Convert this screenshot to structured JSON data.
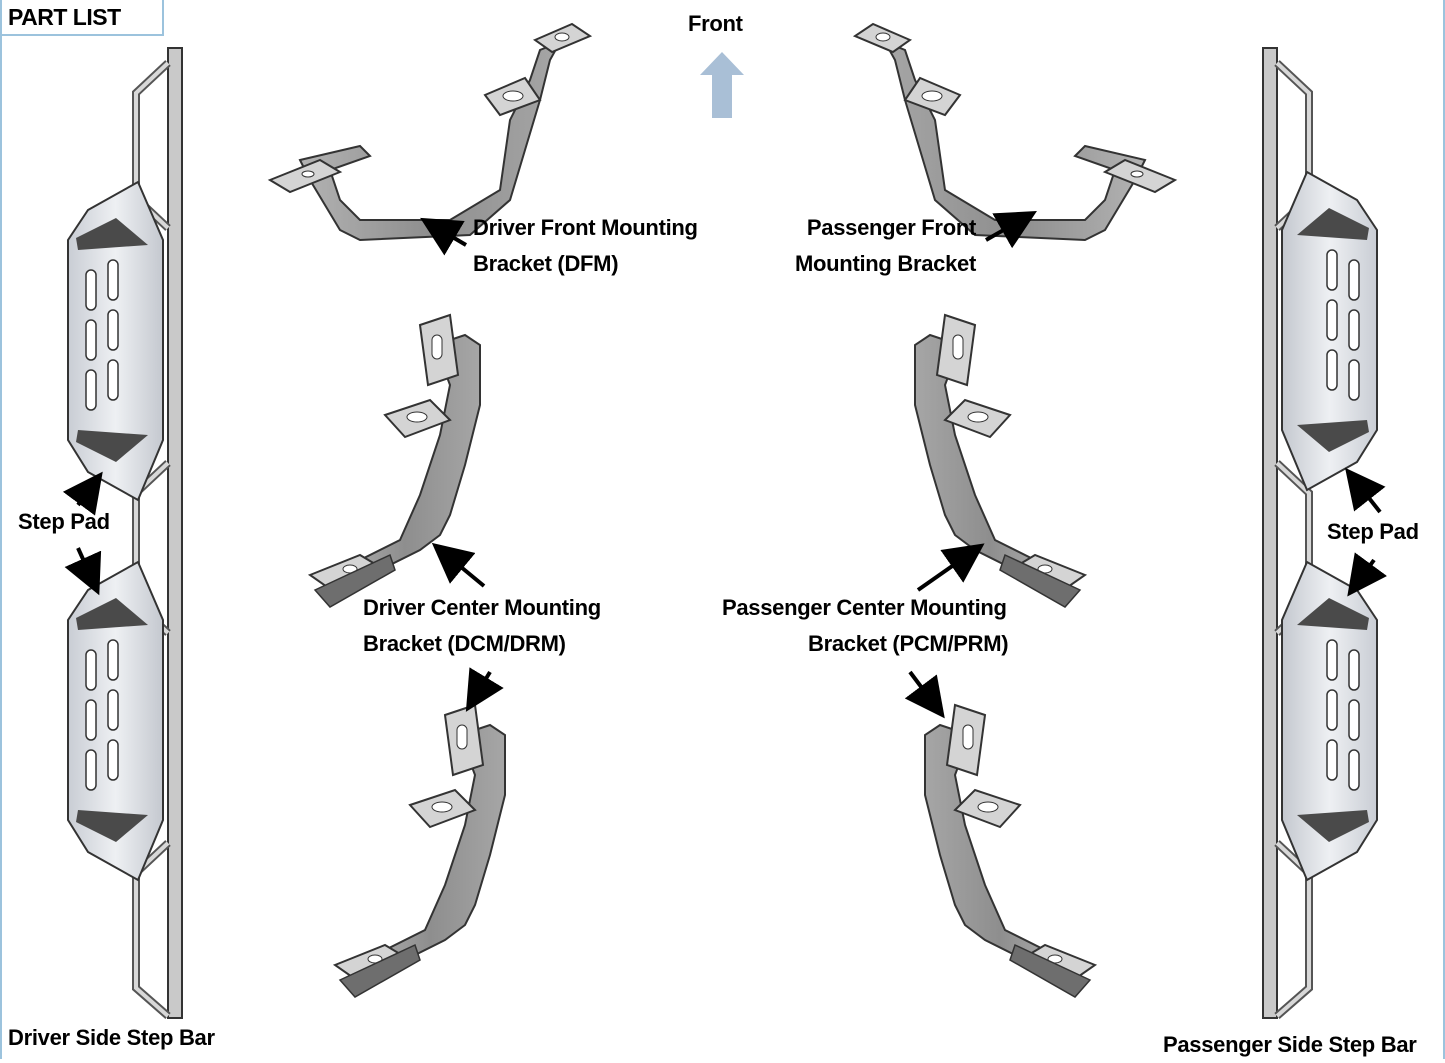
{
  "header": {
    "part_list": "PART LIST",
    "front": "Front"
  },
  "labels": {
    "dfm_line1": "Driver Front Mounting",
    "dfm_line2": "Bracket (DFM)",
    "pfm_line1": "Passenger Front",
    "pfm_line2": "Mounting Bracket",
    "dcm_line1": "Driver Center Mounting",
    "dcm_line2": "Bracket (DCM/DRM)",
    "pcm_line1": "Passenger Center Mounting",
    "pcm_line2": "Bracket (PCM/PRM)",
    "step_pad_left": "Step Pad",
    "step_pad_right": "Step Pad",
    "driver_bar": "Driver Side Step Bar",
    "passenger_bar": "Passenger Side Step Bar"
  },
  "colors": {
    "frame": "#9cc3dd",
    "metal": "#9a9a9a",
    "metal_dark": "#6e6e6e",
    "pad": "#d8dce2",
    "arrow_front": "#a9bfd6"
  }
}
